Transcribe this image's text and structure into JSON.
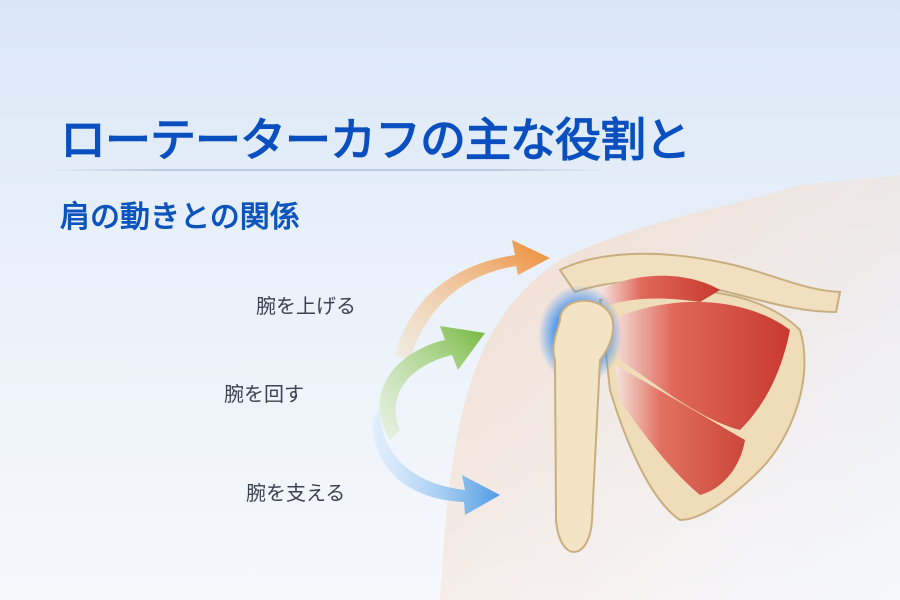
{
  "title": "ローテーターカフの主な役割と",
  "subtitle": "肩の動きとの関係",
  "roles": [
    {
      "label": "腕を上げる",
      "color": "#f0a050"
    },
    {
      "label": "腕を回す",
      "color": "#8cc35a"
    },
    {
      "label": "腕を支える",
      "color": "#5aa6ea"
    }
  ]
}
